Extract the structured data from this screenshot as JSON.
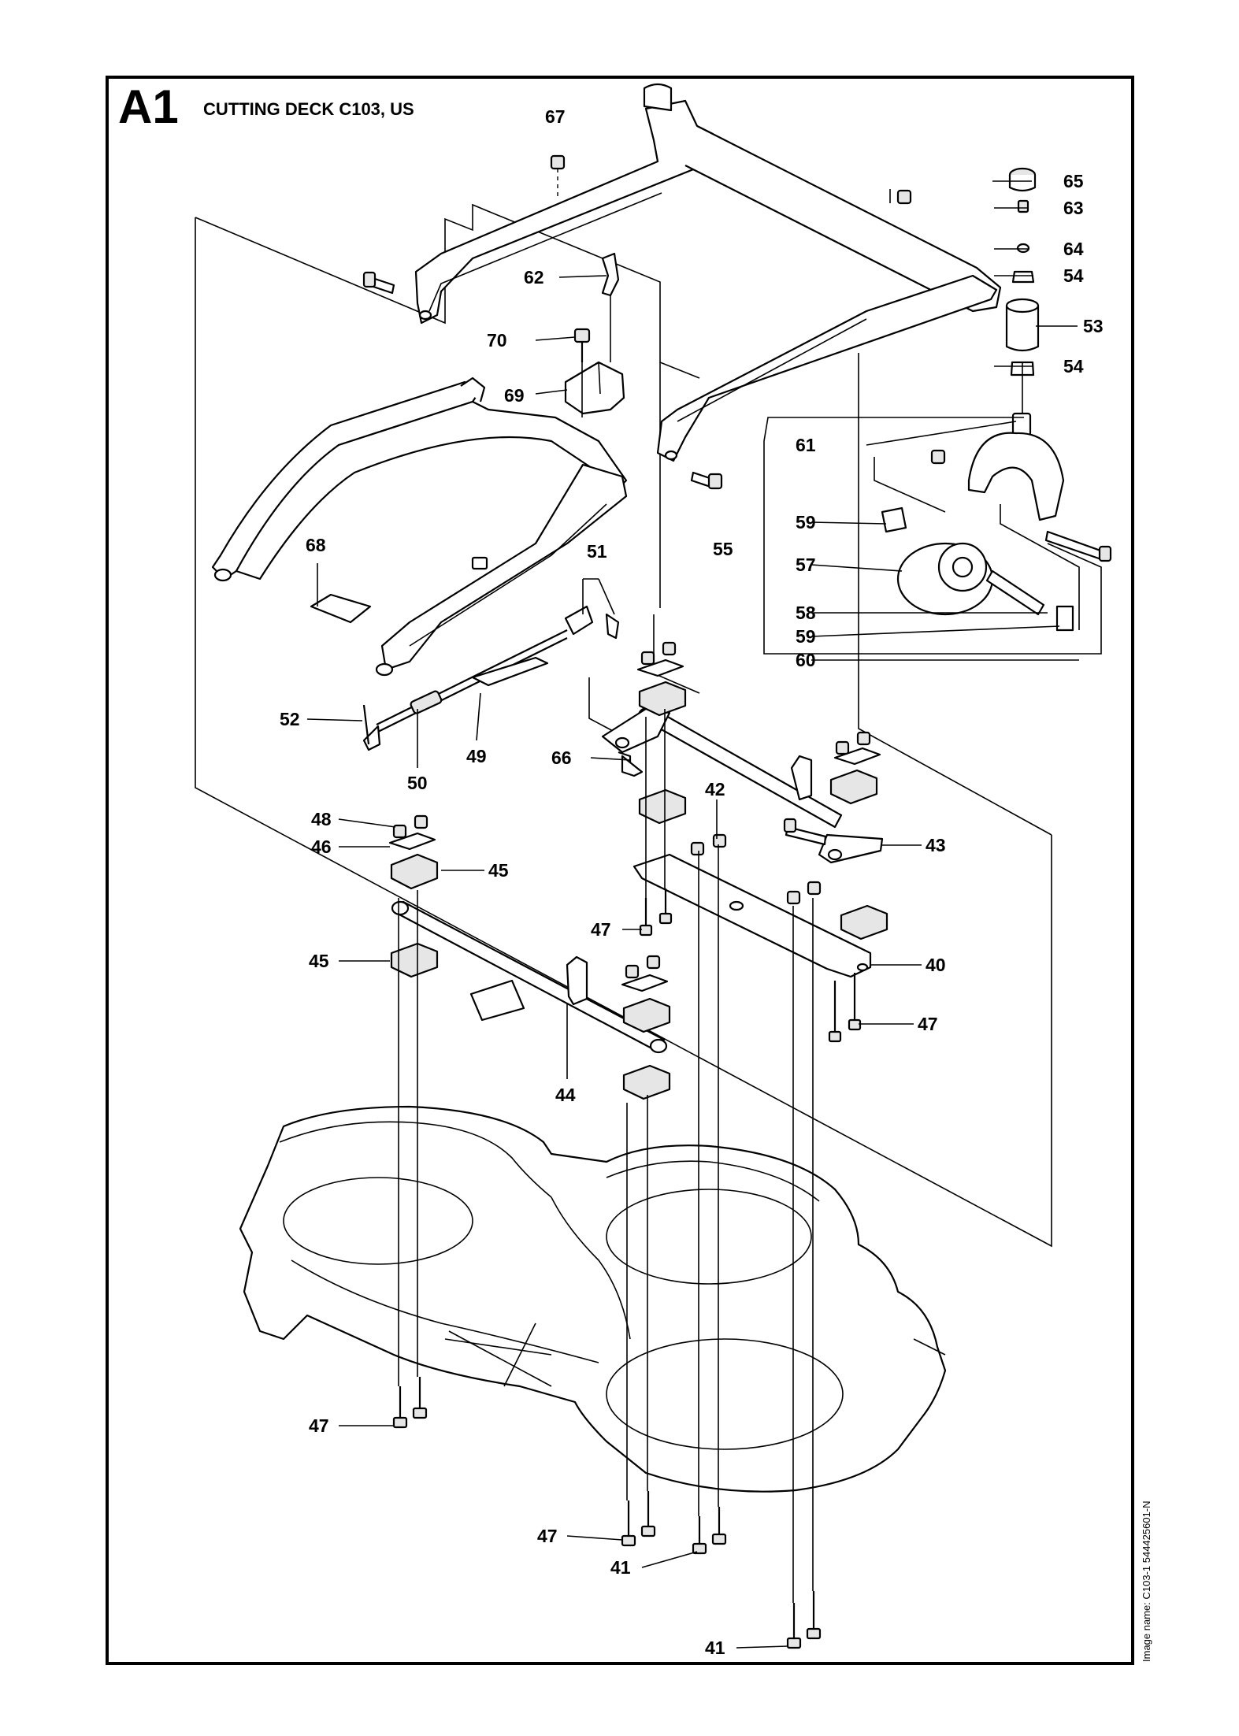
{
  "sheet": {
    "id": "A1",
    "title": "CUTTING DECK C103, US",
    "image_name": "Image name: C103-1 544425601-N"
  },
  "callouts": [
    {
      "label": "67"
    },
    {
      "label": "65"
    },
    {
      "label": "63"
    },
    {
      "label": "64"
    },
    {
      "label": "54"
    },
    {
      "label": "62"
    },
    {
      "label": "53"
    },
    {
      "label": "70"
    },
    {
      "label": "54"
    },
    {
      "label": "69"
    },
    {
      "label": "61"
    },
    {
      "label": "59"
    },
    {
      "label": "68"
    },
    {
      "label": "55"
    },
    {
      "label": "57"
    },
    {
      "label": "51"
    },
    {
      "label": "58"
    },
    {
      "label": "59"
    },
    {
      "label": "60"
    },
    {
      "label": "52"
    },
    {
      "label": "50"
    },
    {
      "label": "49"
    },
    {
      "label": "66"
    },
    {
      "label": "42"
    },
    {
      "label": "48"
    },
    {
      "label": "46"
    },
    {
      "label": "45"
    },
    {
      "label": "43"
    },
    {
      "label": "47"
    },
    {
      "label": "45"
    },
    {
      "label": "40"
    },
    {
      "label": "47"
    },
    {
      "label": "44"
    },
    {
      "label": "47"
    },
    {
      "label": "47"
    },
    {
      "label": "41"
    },
    {
      "label": "41"
    }
  ]
}
